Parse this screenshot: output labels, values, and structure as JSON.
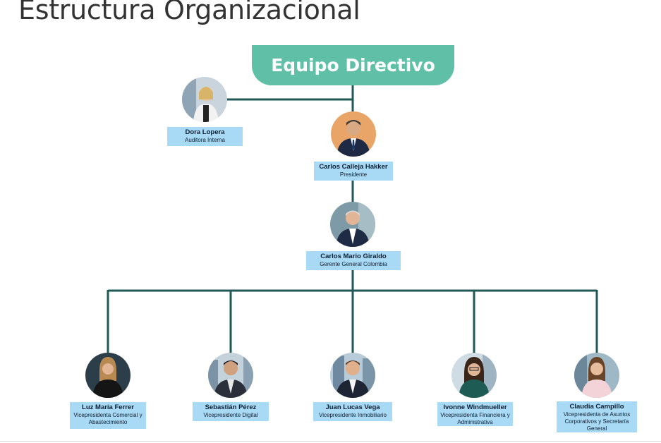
{
  "title": "Estructura Organizacional",
  "header": "Equipo Directivo",
  "colors": {
    "accent": "#5fc0a7",
    "card": "#a8daf5",
    "line": "#1f5a56"
  },
  "people": [
    {
      "name": "Dora Lopera",
      "role": "Auditora Interna",
      "icon": "person-photo-icon"
    },
    {
      "name": "Carlos Calleja Hakker",
      "role": "Presidente",
      "icon": "person-photo-icon"
    },
    {
      "name": "Carlos Mario Giraldo",
      "role": "Gerente General Colombia",
      "icon": "person-photo-icon"
    },
    {
      "name": "Luz María Ferrer",
      "role": "Vicepresidenta Comercial y Abastecimiento",
      "icon": "person-photo-icon"
    },
    {
      "name": "Sebastián Pérez",
      "role": "Vicepresidente Digital",
      "icon": "person-photo-icon"
    },
    {
      "name": "Juan Lucas Vega",
      "role": "Vicepresidente Inmobiliario",
      "icon": "person-photo-icon"
    },
    {
      "name": "Ivonne Windmueller",
      "role": "Vicepresidenta Financiera y Administrativa",
      "icon": "person-photo-icon"
    },
    {
      "name": "Claudia Campillo",
      "role": "Vicepresidenta de Asuntos Corporativos y Secretaría General",
      "icon": "person-photo-icon"
    }
  ]
}
